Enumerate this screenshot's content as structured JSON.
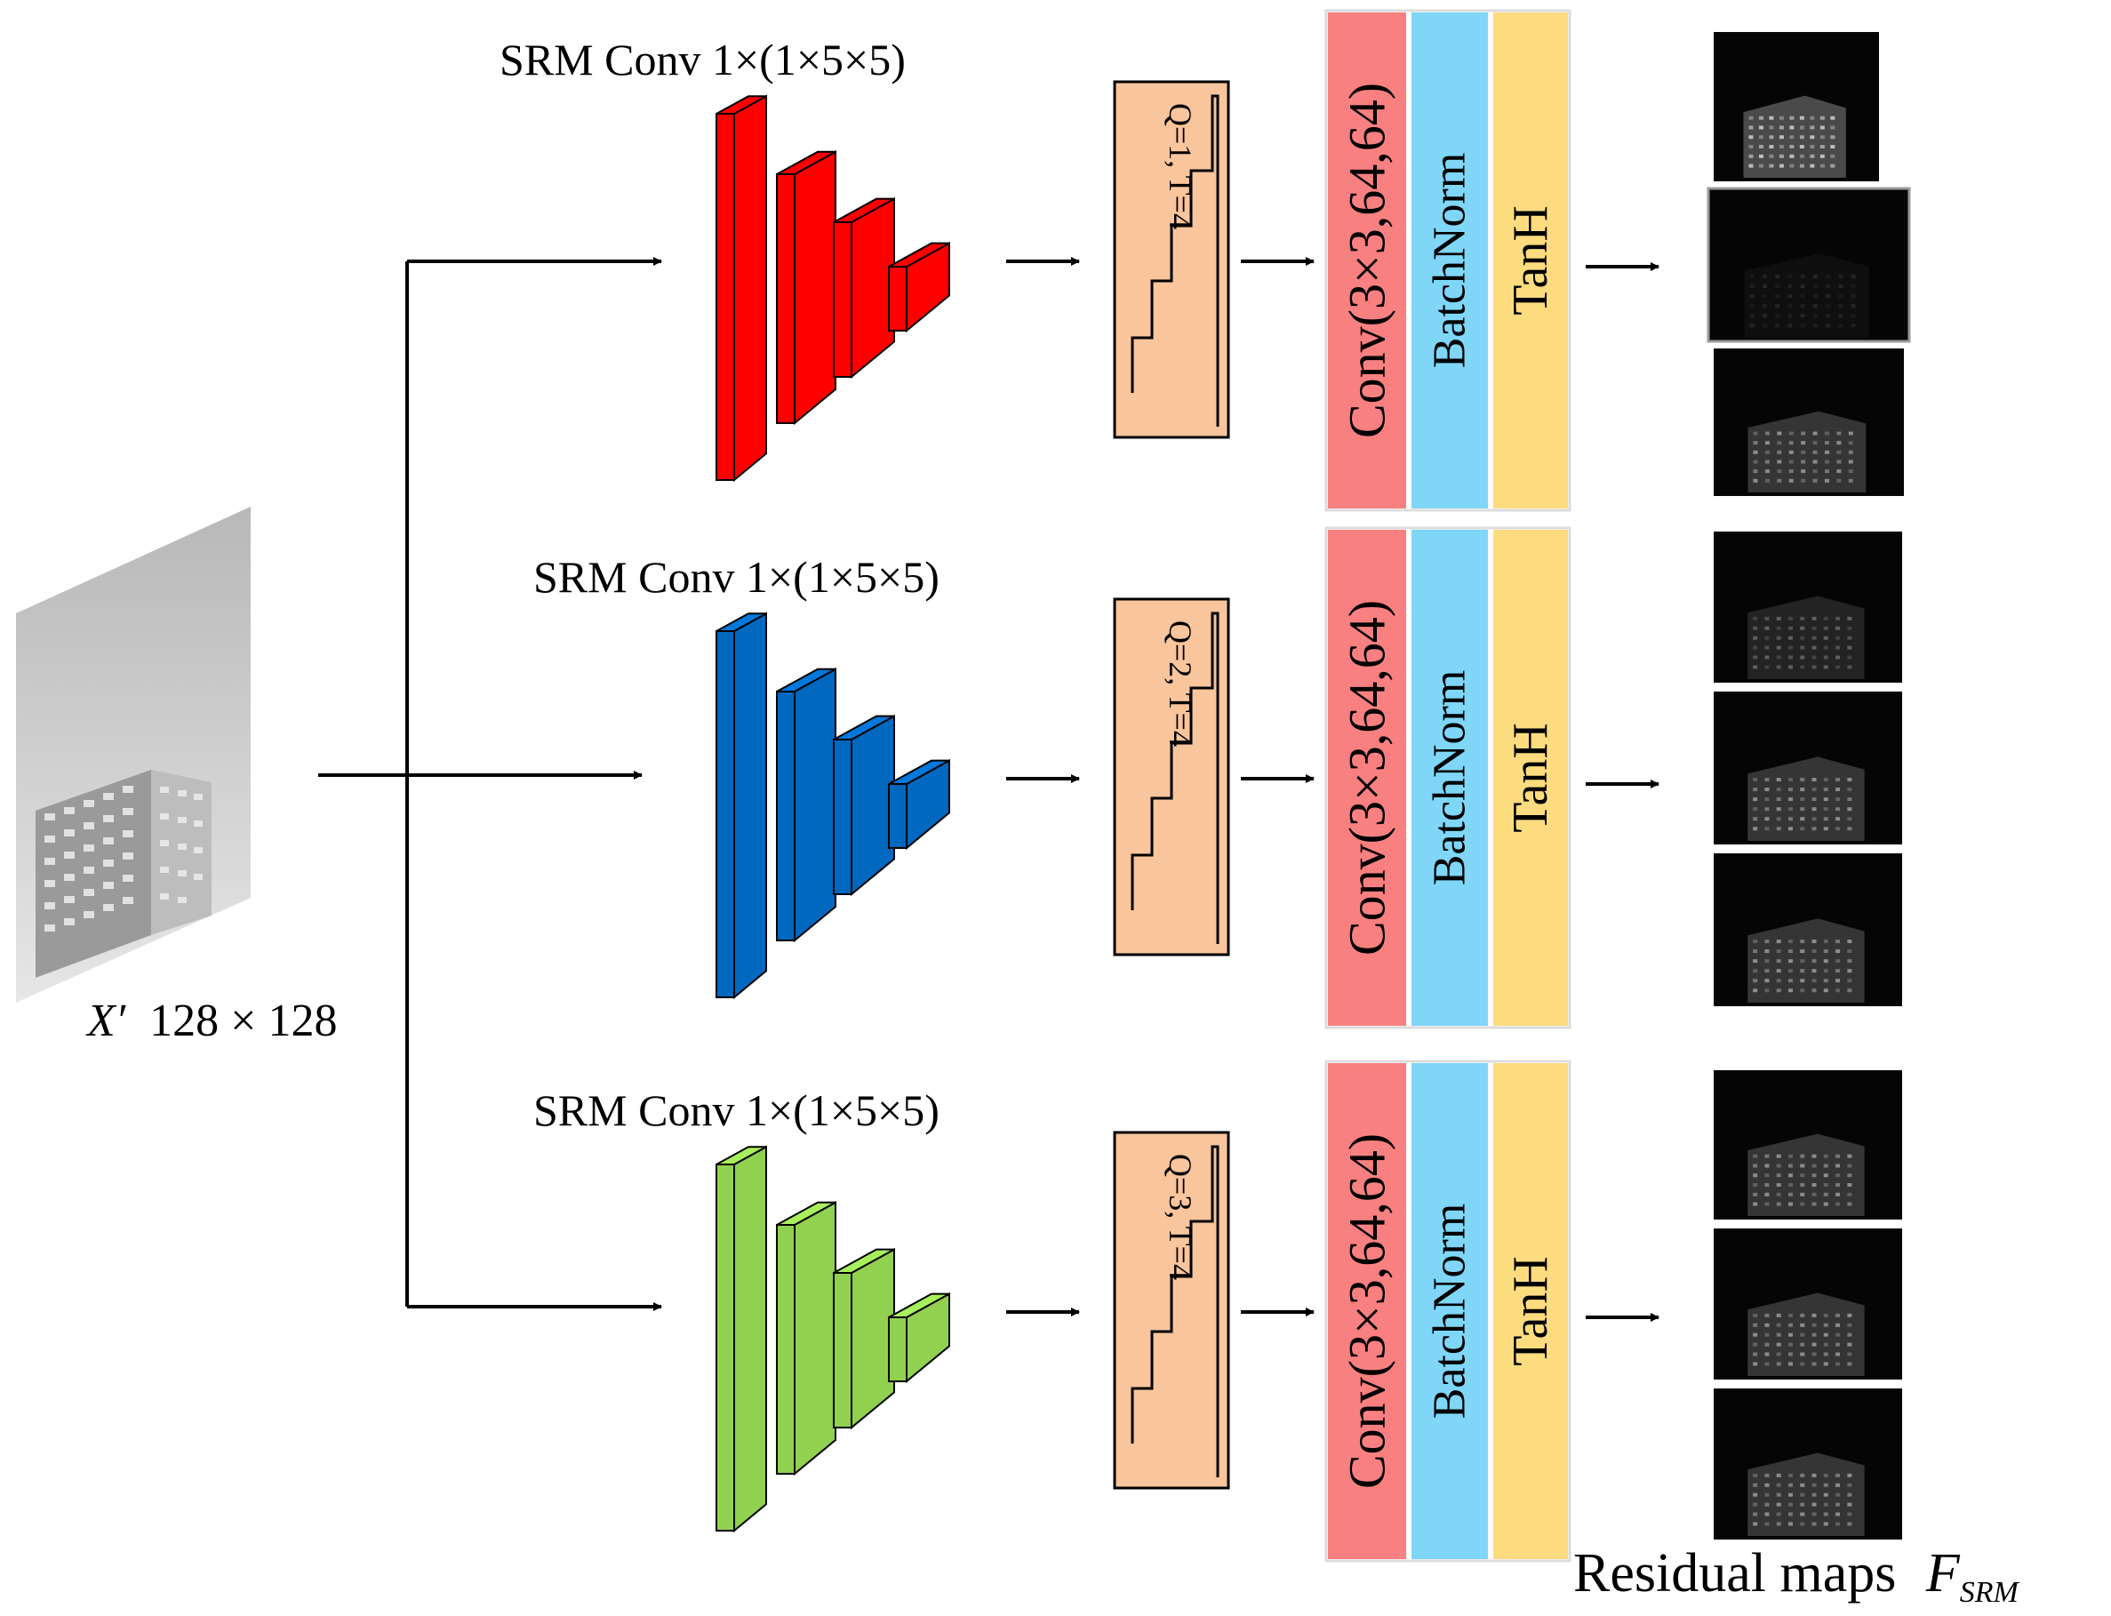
{
  "input": {
    "label_var": "X′",
    "label_size": "128 × 128"
  },
  "branches": [
    {
      "srm_label": "SRM Conv  1×(1×5×5)",
      "block_color": "#ff0000",
      "quant_label": "Q=1, T=4",
      "conv_label": "Conv(3×3,64,64)",
      "bn_label": "BatchNorm",
      "act_label": "TanH"
    },
    {
      "srm_label": "SRM Conv  1×(1×5×5)",
      "block_color": "#0068bf",
      "quant_label": "Q=2, T=4",
      "conv_label": "Conv(3×3,64,64)",
      "bn_label": "BatchNorm",
      "act_label": "TanH"
    },
    {
      "srm_label": "SRM Conv  1×(1×5×5)",
      "block_color": "#92d050",
      "quant_label": "Q=3, T=4",
      "conv_label": "Conv(3×3,64,64)",
      "bn_label": "BatchNorm",
      "act_label": "TanH"
    }
  ],
  "colors": {
    "quant_box": "#f8c59c",
    "conv_bar": "#f98080",
    "bn_bar": "#7fd6f7",
    "act_bar": "#fddc80"
  },
  "output": {
    "label": "Residual maps",
    "symbol": "F",
    "subscript": "SRM"
  }
}
